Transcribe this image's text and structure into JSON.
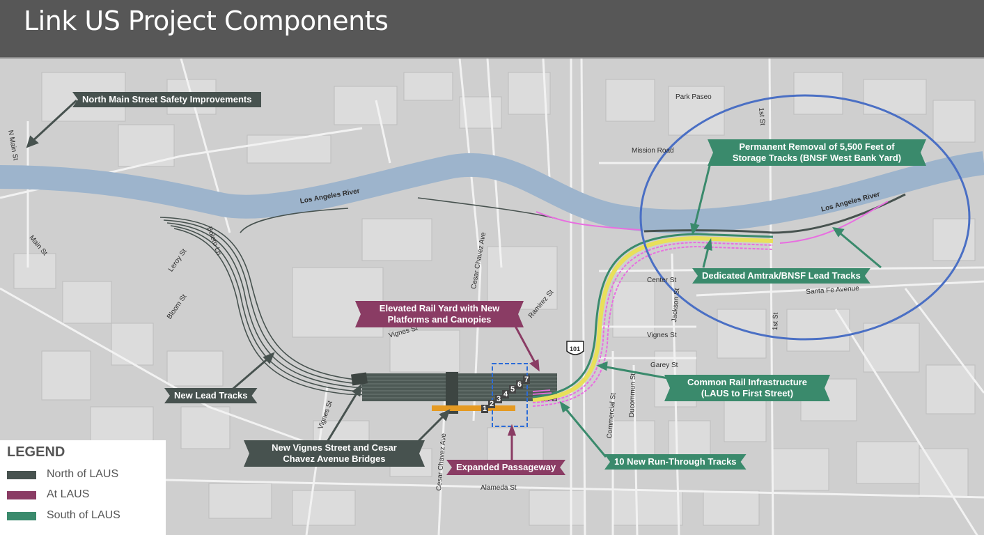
{
  "header": {
    "title": "Link US Project Components"
  },
  "colors": {
    "header_bg": "#575757",
    "north": "#47524f",
    "at": "#8a3c64",
    "south": "#3a8a6c",
    "river": "#9db4cc",
    "highlight_circle": "#4a6fc4",
    "magenta_track": "#e86ee0",
    "yellow_track": "#e8e05a",
    "passageway": "#e59a22"
  },
  "callouts": {
    "north_main": "North Main Street Safety Improvements",
    "permanent_removal_1": "Permanent Removal of 5,500 Feet of",
    "permanent_removal_2": "Storage Tracks (BNSF West Bank Yard)",
    "dedicated_lead": "Dedicated Amtrak/BNSF Lead Tracks",
    "elevated_yard_1": "Elevated Rail Yard with New",
    "elevated_yard_2": "Platforms and Canopies",
    "new_lead": "New Lead Tracks",
    "common_rail_1": "Common Rail Infrastructure",
    "common_rail_2": "(LAUS to First Street)",
    "bridges_1": "New Vignes Street and Cesar",
    "bridges_2": "Chavez Avenue Bridges",
    "passageway": "Expanded Passageway",
    "run_through": "10 New Run-Through Tracks"
  },
  "streets": {
    "n_main": "N Main St",
    "main": "Main St",
    "leroy": "Leroy St",
    "bloom": "Bloom St",
    "bolero": "Bolero Ln",
    "cesar_chavez_top": "Cesar Chavez Ave",
    "cesar_chavez_bottom": "Cesar Chavez Ave",
    "vignes_left": "Vignes St",
    "vignes_diag": "Vignes St",
    "vignes_right": "Vignes St",
    "ramirez": "Ramirez St",
    "alameda": "Alameda St",
    "commercial": "Commercial St",
    "ducommun": "Ducommun St",
    "garey": "Garey St",
    "center": "Center St",
    "jackson": "Jackson St",
    "first_top": "1st St",
    "first_bottom": "1st St",
    "santa_fe": "Santa Fe Avenue",
    "mission": "Mission Road",
    "park_paseo": "Park Paseo",
    "river_left": "Los Angeles River",
    "river_right": "Los Angeles River",
    "route": "101"
  },
  "platform_numbers": [
    "1",
    "2",
    "3",
    "4",
    "5",
    "6",
    "7"
  ],
  "legend": {
    "title": "LEGEND",
    "items": [
      {
        "label": "North of LAUS",
        "color": "#47524f"
      },
      {
        "label": "At LAUS",
        "color": "#8a3c64"
      },
      {
        "label": "South of LAUS",
        "color": "#3a8a6c"
      }
    ]
  }
}
